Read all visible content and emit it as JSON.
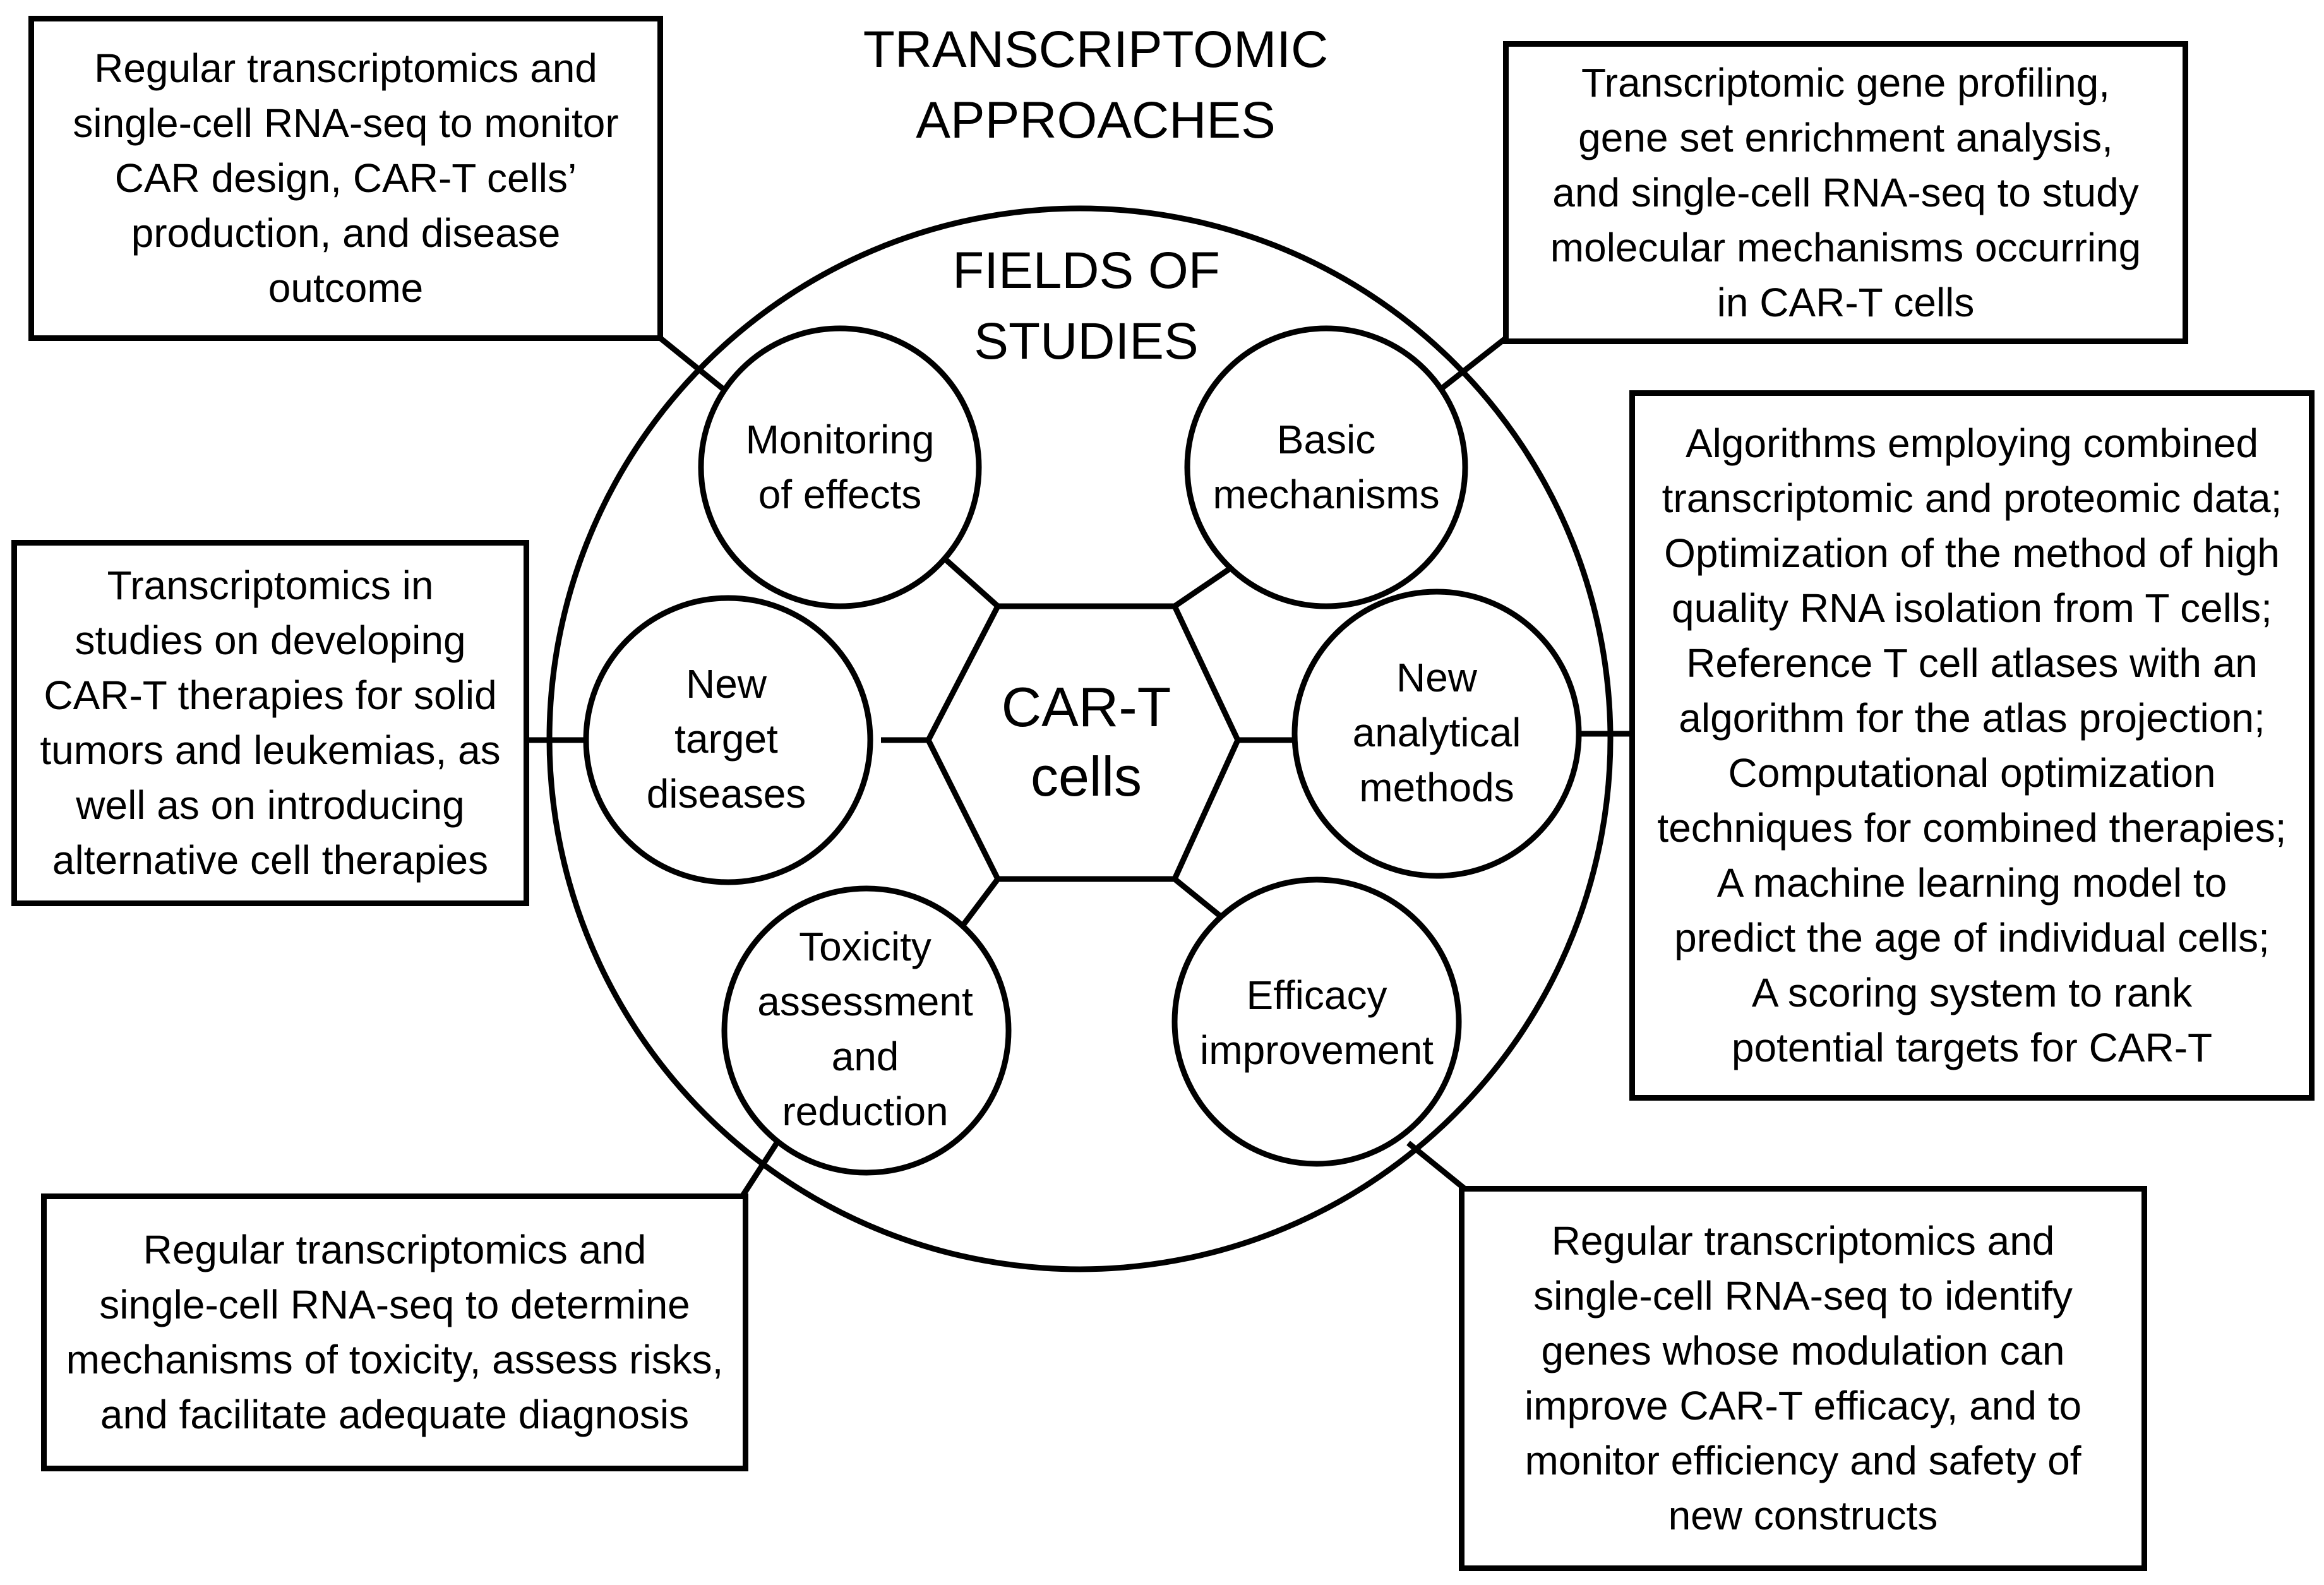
{
  "title": "TRANSCRIPTOMIC\nAPPROACHES",
  "subtitle": "FIELDS OF\nSTUDIES",
  "center": "CAR-T\ncells",
  "fields": {
    "monitoring": "Monitoring\nof effects",
    "basic": "Basic\nmechanisms",
    "new_target": "New\ntarget\ndiseases",
    "new_methods": "New\nanalytical\nmethods",
    "toxicity": "Toxicity\nassessment\nand\nreduction",
    "efficacy": "Efficacy\nimprovement"
  },
  "boxes": {
    "top_left": "Regular transcriptomics and\nsingle-cell RNA-seq to monitor\nCAR design, CAR-T cells’\nproduction, and disease\noutcome",
    "top_right": "Transcriptomic gene profiling,\ngene set enrichment analysis,\nand single-cell RNA-seq to study\nmolecular mechanisms occurring\nin CAR-T cells",
    "middle_left": "Transcriptomics in\nstudies on developing\nCAR-T therapies for solid\ntumors and leukemias, as\nwell as on introducing\nalternative cell therapies",
    "middle_right": "Algorithms employing combined\ntranscriptomic and proteomic data;\nOptimization of the method of high\nquality RNA isolation from T cells;\nReference T cell atlases with an\nalgorithm for the atlas projection;\nComputational optimization\ntechniques for combined therapies;\nA machine learning model to\npredict the age of individual cells;\nA scoring system to rank\npotential targets for CAR-T",
    "bottom_left": "Regular transcriptomics and\nsingle-cell RNA-seq to determine\nmechanisms of toxicity, assess risks,\nand facilitate adequate diagnosis",
    "bottom_right": "Regular transcriptomics and\nsingle-cell RNA-seq to identify\ngenes whose modulation can\nimprove CAR-T efficacy, and to\nmonitor efficiency and safety of\nnew constructs"
  }
}
